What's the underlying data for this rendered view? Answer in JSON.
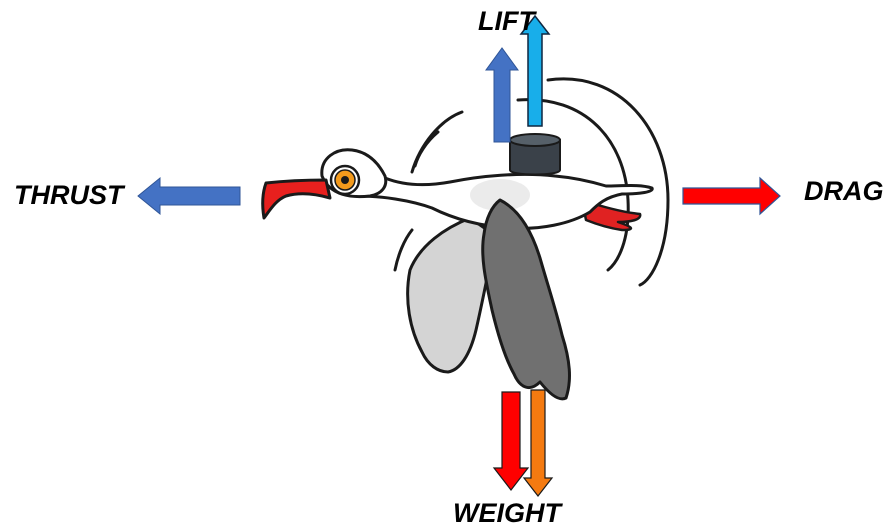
{
  "forces": {
    "lift": {
      "label": "LIFT"
    },
    "thrust": {
      "label": "THRUST"
    },
    "drag": {
      "label": "DRAG"
    },
    "weight": {
      "label": "WEIGHT"
    }
  },
  "colors": {
    "lift_arrow_primary": "#4472c4",
    "lift_arrow_secondary": "#18aeea",
    "thrust_arrow": "#4472c4",
    "drag_arrow": "#ff0000",
    "weight_arrow_primary": "#ff0000",
    "weight_arrow_secondary": "#f47a10",
    "beak": "#e8201e",
    "eye_iris": "#f39a1c",
    "wing_light": "#d4d4d4",
    "wing_dark": "#707070",
    "weight_block": "#3a4149"
  }
}
